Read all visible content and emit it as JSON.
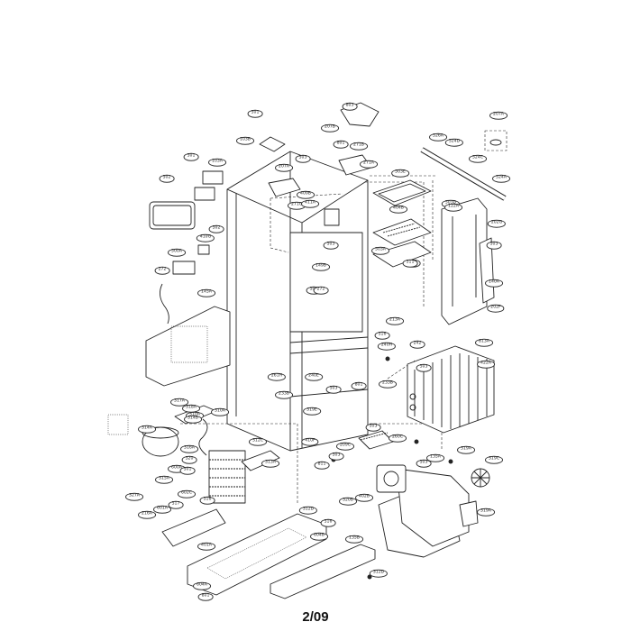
{
  "page_number": "2/09",
  "labels": [
    "501",
    "103B",
    "207B",
    "803",
    "207A",
    "103A",
    "501",
    "502",
    "207A",
    "801",
    "271B",
    "271A",
    "503E",
    "526A",
    "524D",
    "524C",
    "503",
    "271C",
    "409B",
    "404B",
    "503D",
    "524A",
    "122A",
    "202G",
    "503",
    "410G",
    "502",
    "503",
    "149B",
    "503A",
    "500A",
    "503",
    "511",
    "140A",
    "272",
    "411A",
    "813A",
    "145A",
    "272",
    "511",
    "202F",
    "261H",
    "213A",
    "516",
    "240H",
    "242",
    "233B",
    "503",
    "422A",
    "310A",
    "240E",
    "503",
    "314A",
    "312C",
    "319E",
    "310A",
    "801",
    "503",
    "317A",
    "318A",
    "233B",
    "260C",
    "314B",
    "410F",
    "316A",
    "503",
    "320",
    "600A",
    "501",
    "327A",
    "315A",
    "811",
    "319A",
    "319C",
    "601A",
    "313A",
    "209C",
    "516",
    "517",
    "402B",
    "135A",
    "503",
    "216A",
    "320B",
    "602C",
    "312D",
    "516",
    "135B",
    "604B",
    "401A",
    "319A",
    "312D",
    "604A",
    "801",
    "804"
  ],
  "icons": {
    "callout": "callout-bubble-icon",
    "screw": "screw-icon"
  },
  "colors": {
    "line": "#222222",
    "background": "#ffffff"
  }
}
